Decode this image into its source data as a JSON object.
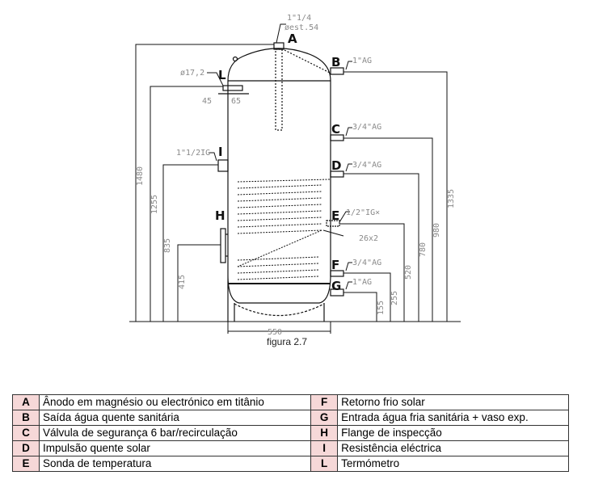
{
  "drawing": {
    "letters": {
      "A": "A",
      "B": "B",
      "C": "C",
      "D": "D",
      "E": "E",
      "F": "F",
      "G": "G",
      "H": "H",
      "I": "I",
      "L": "L"
    },
    "connections": {
      "A1": "1\"1/4",
      "A2": "øest.54",
      "B": "1\"AG",
      "C": "3/4\"AG",
      "D": "3/4\"AG",
      "E": "1/2\"IG×",
      "F": "3/4\"AG",
      "G": "1\"AG",
      "I": "1\"1/2IG",
      "L": "ø17,2",
      "L45": "45",
      "L65": "65",
      "coil": "26x2"
    },
    "dimensions": {
      "d1480": "1480",
      "d1255": "1255",
      "d835": "835",
      "d415": "415",
      "d1335": "1335",
      "d980": "980",
      "d780": "780",
      "d520": "520",
      "d255": "255",
      "d155": "155",
      "d550": "550"
    }
  },
  "caption": "figura 2.7",
  "legend": [
    {
      "k1": "A",
      "v1": "Ânodo em magnésio ou electrónico em titânio",
      "k2": "F",
      "v2": "Retorno frio solar"
    },
    {
      "k1": "B",
      "v1": "Saída água quente sanitária",
      "k2": "G",
      "v2": "Entrada água fria sanitária + vaso exp."
    },
    {
      "k1": "C",
      "v1": "Válvula de segurança 6 bar/recirculação",
      "k2": "H",
      "v2": "Flange de inspecção"
    },
    {
      "k1": "D",
      "v1": "Impulsão quente solar",
      "k2": "I",
      "v2": "Resistência eléctrica"
    },
    {
      "k1": "E",
      "v1": "Sonda de temperatura",
      "k2": "L",
      "v2": "Termómetro"
    }
  ]
}
